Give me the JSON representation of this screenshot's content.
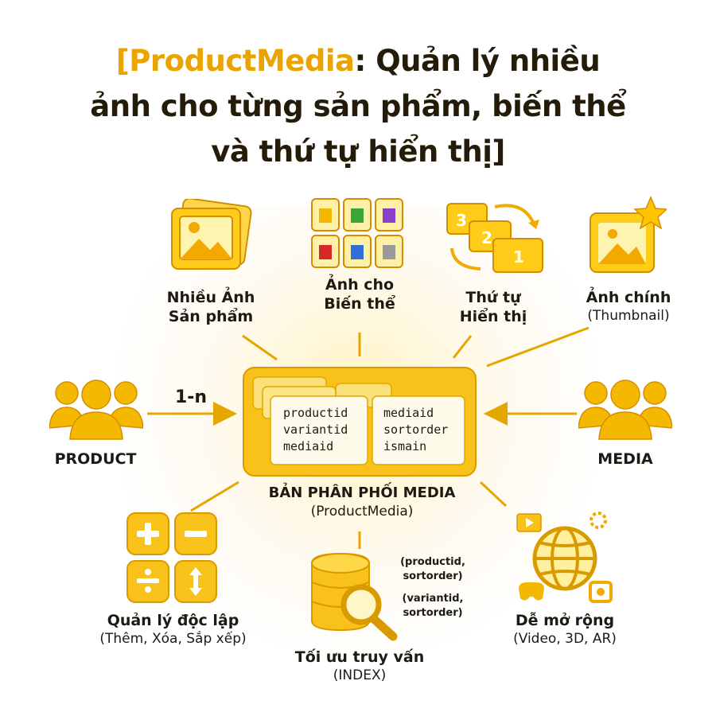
{
  "title": {
    "line1_highlight": "[ProductMedia",
    "line1_rest": ": Quản lý nhiều",
    "line2": "ảnh cho từng sản phẩm, biến thể",
    "line3": "và thứ tự hiển thị]"
  },
  "features": {
    "product_images": {
      "line1": "Nhiều Ảnh",
      "line2": "Sản phẩm",
      "icon": "photo-stack-icon"
    },
    "variant_images": {
      "line1": "Ảnh cho",
      "line2": "Biến thể",
      "icon": "colored-cubes-grid-icon"
    },
    "display_order": {
      "line1": "Thứ tự",
      "line2": "Hiển thị",
      "icon": "ordered-frames-icon",
      "numbers": [
        "3",
        "2",
        "1"
      ]
    },
    "thumbnail": {
      "line1": "Ảnh chính",
      "line2": "(Thumbnail)",
      "icon": "star-image-icon"
    }
  },
  "product": {
    "label": "PRODUCT",
    "icon": "people-icon"
  },
  "media": {
    "label": "MEDIA",
    "icon": "people-icon"
  },
  "relation": {
    "label": "1-n"
  },
  "center": {
    "card_left": [
      "productid",
      "variantid",
      "mediaid"
    ],
    "card_right": [
      "mediaid",
      "sortorder",
      "ismain"
    ],
    "title": "BẢN PHÂN PHỐI MEDIA",
    "subtitle": "(ProductMedia)"
  },
  "manage": {
    "label": "Quản lý độc lập",
    "sub": "(Thêm, Xóa, Sắp xếp)",
    "icon": "math-operations-icon"
  },
  "query": {
    "label": "Tối ưu truy vấn",
    "sub": "(INDEX)",
    "icon": "database-search-icon",
    "index1_line1": "(productid,",
    "index1_line2": "sortorder)",
    "index2_line1": "(variantid,",
    "index2_line2": "sortorder)"
  },
  "extend": {
    "label": "Dễ mở rộng",
    "sub": "(Video, 3D, AR)",
    "icon": "globe-media-icon"
  },
  "colors": {
    "accent": "#f5b800",
    "accent_dark": "#e09a00",
    "text": "#1d1a12",
    "card": "#fffbeb"
  }
}
